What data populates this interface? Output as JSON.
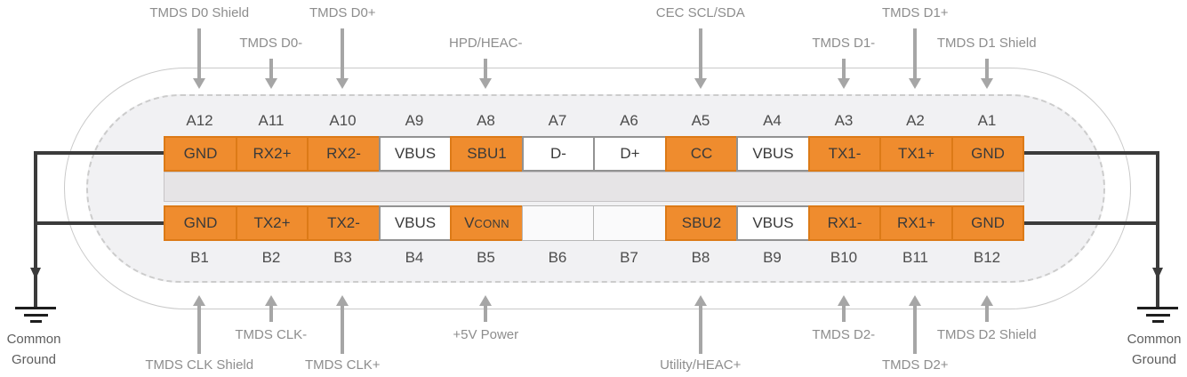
{
  "colors": {
    "pin_highlight": "#EF8C2E",
    "pin_highlight_border": "#DC7A17",
    "pin_plain_border": "#929292",
    "arrow": "#A6A6A6",
    "signal_text": "#8D8D8D",
    "wire": "#3B3B3B"
  },
  "connector": {
    "row_a": {
      "pins": [
        {
          "id": "A12",
          "label": "GND",
          "style": "highlight"
        },
        {
          "id": "A11",
          "label": "RX2+",
          "style": "highlight"
        },
        {
          "id": "A10",
          "label": "RX2-",
          "style": "highlight"
        },
        {
          "id": "A9",
          "label": "VBUS",
          "style": "plain"
        },
        {
          "id": "A8",
          "label": "SBU1",
          "style": "highlight"
        },
        {
          "id": "A7",
          "label": "D-",
          "style": "plain"
        },
        {
          "id": "A6",
          "label": "D+",
          "style": "plain"
        },
        {
          "id": "A5",
          "label": "CC",
          "style": "highlight"
        },
        {
          "id": "A4",
          "label": "VBUS",
          "style": "plain"
        },
        {
          "id": "A3",
          "label": "TX1-",
          "style": "highlight"
        },
        {
          "id": "A2",
          "label": "TX1+",
          "style": "highlight"
        },
        {
          "id": "A1",
          "label": "GND",
          "style": "highlight"
        }
      ]
    },
    "row_b": {
      "pins": [
        {
          "id": "B1",
          "label": "GND",
          "style": "highlight"
        },
        {
          "id": "B2",
          "label": "TX2+",
          "style": "highlight"
        },
        {
          "id": "B3",
          "label": "TX2-",
          "style": "highlight"
        },
        {
          "id": "B4",
          "label": "VBUS",
          "style": "plain"
        },
        {
          "id": "B5",
          "label": "VCONN",
          "label_main": "V",
          "label_small": "CONN",
          "style": "highlight"
        },
        {
          "id": "B6",
          "label": "",
          "style": "empty"
        },
        {
          "id": "B7",
          "label": "",
          "style": "empty"
        },
        {
          "id": "B8",
          "label": "SBU2",
          "style": "highlight"
        },
        {
          "id": "B9",
          "label": "VBUS",
          "style": "plain"
        },
        {
          "id": "B10",
          "label": "RX1-",
          "style": "highlight"
        },
        {
          "id": "B11",
          "label": "RX1+",
          "style": "highlight"
        },
        {
          "id": "B12",
          "label": "GND",
          "style": "highlight"
        }
      ]
    }
  },
  "signals_top": [
    {
      "label": "TMDS D0 Shield",
      "pin": "A12",
      "arrow": "long"
    },
    {
      "label": "TMDS D0-",
      "pin": "A11",
      "arrow": "short"
    },
    {
      "label": "TMDS D0+",
      "pin": "A10",
      "arrow": "long"
    },
    {
      "label": "HPD/HEAC-",
      "pin": "A8",
      "arrow": "short"
    },
    {
      "label": "CEC SCL/SDA",
      "pin": "A5",
      "arrow": "long"
    },
    {
      "label": "TMDS D1-",
      "pin": "A3",
      "arrow": "short"
    },
    {
      "label": "TMDS D1+",
      "pin": "A2",
      "arrow": "long"
    },
    {
      "label": "TMDS D1 Shield",
      "pin": "A1",
      "arrow": "short"
    }
  ],
  "signals_bottom": [
    {
      "label": "TMDS CLK Shield",
      "pin": "B1",
      "arrow": "long"
    },
    {
      "label": "TMDS CLK-",
      "pin": "B2",
      "arrow": "short"
    },
    {
      "label": "TMDS CLK+",
      "pin": "B3",
      "arrow": "long"
    },
    {
      "label": "+5V Power",
      "pin": "B5",
      "arrow": "short"
    },
    {
      "label": "Utility/HEAC+",
      "pin": "B8",
      "arrow": "long"
    },
    {
      "label": "TMDS D2-",
      "pin": "B10",
      "arrow": "short"
    },
    {
      "label": "TMDS D2+",
      "pin": "B11",
      "arrow": "long"
    },
    {
      "label": "TMDS D2 Shield",
      "pin": "B12",
      "arrow": "short"
    }
  ],
  "ground_left": {
    "lines": [
      "Common",
      "Ground"
    ]
  },
  "ground_right": {
    "lines": [
      "Common",
      "Ground"
    ]
  }
}
